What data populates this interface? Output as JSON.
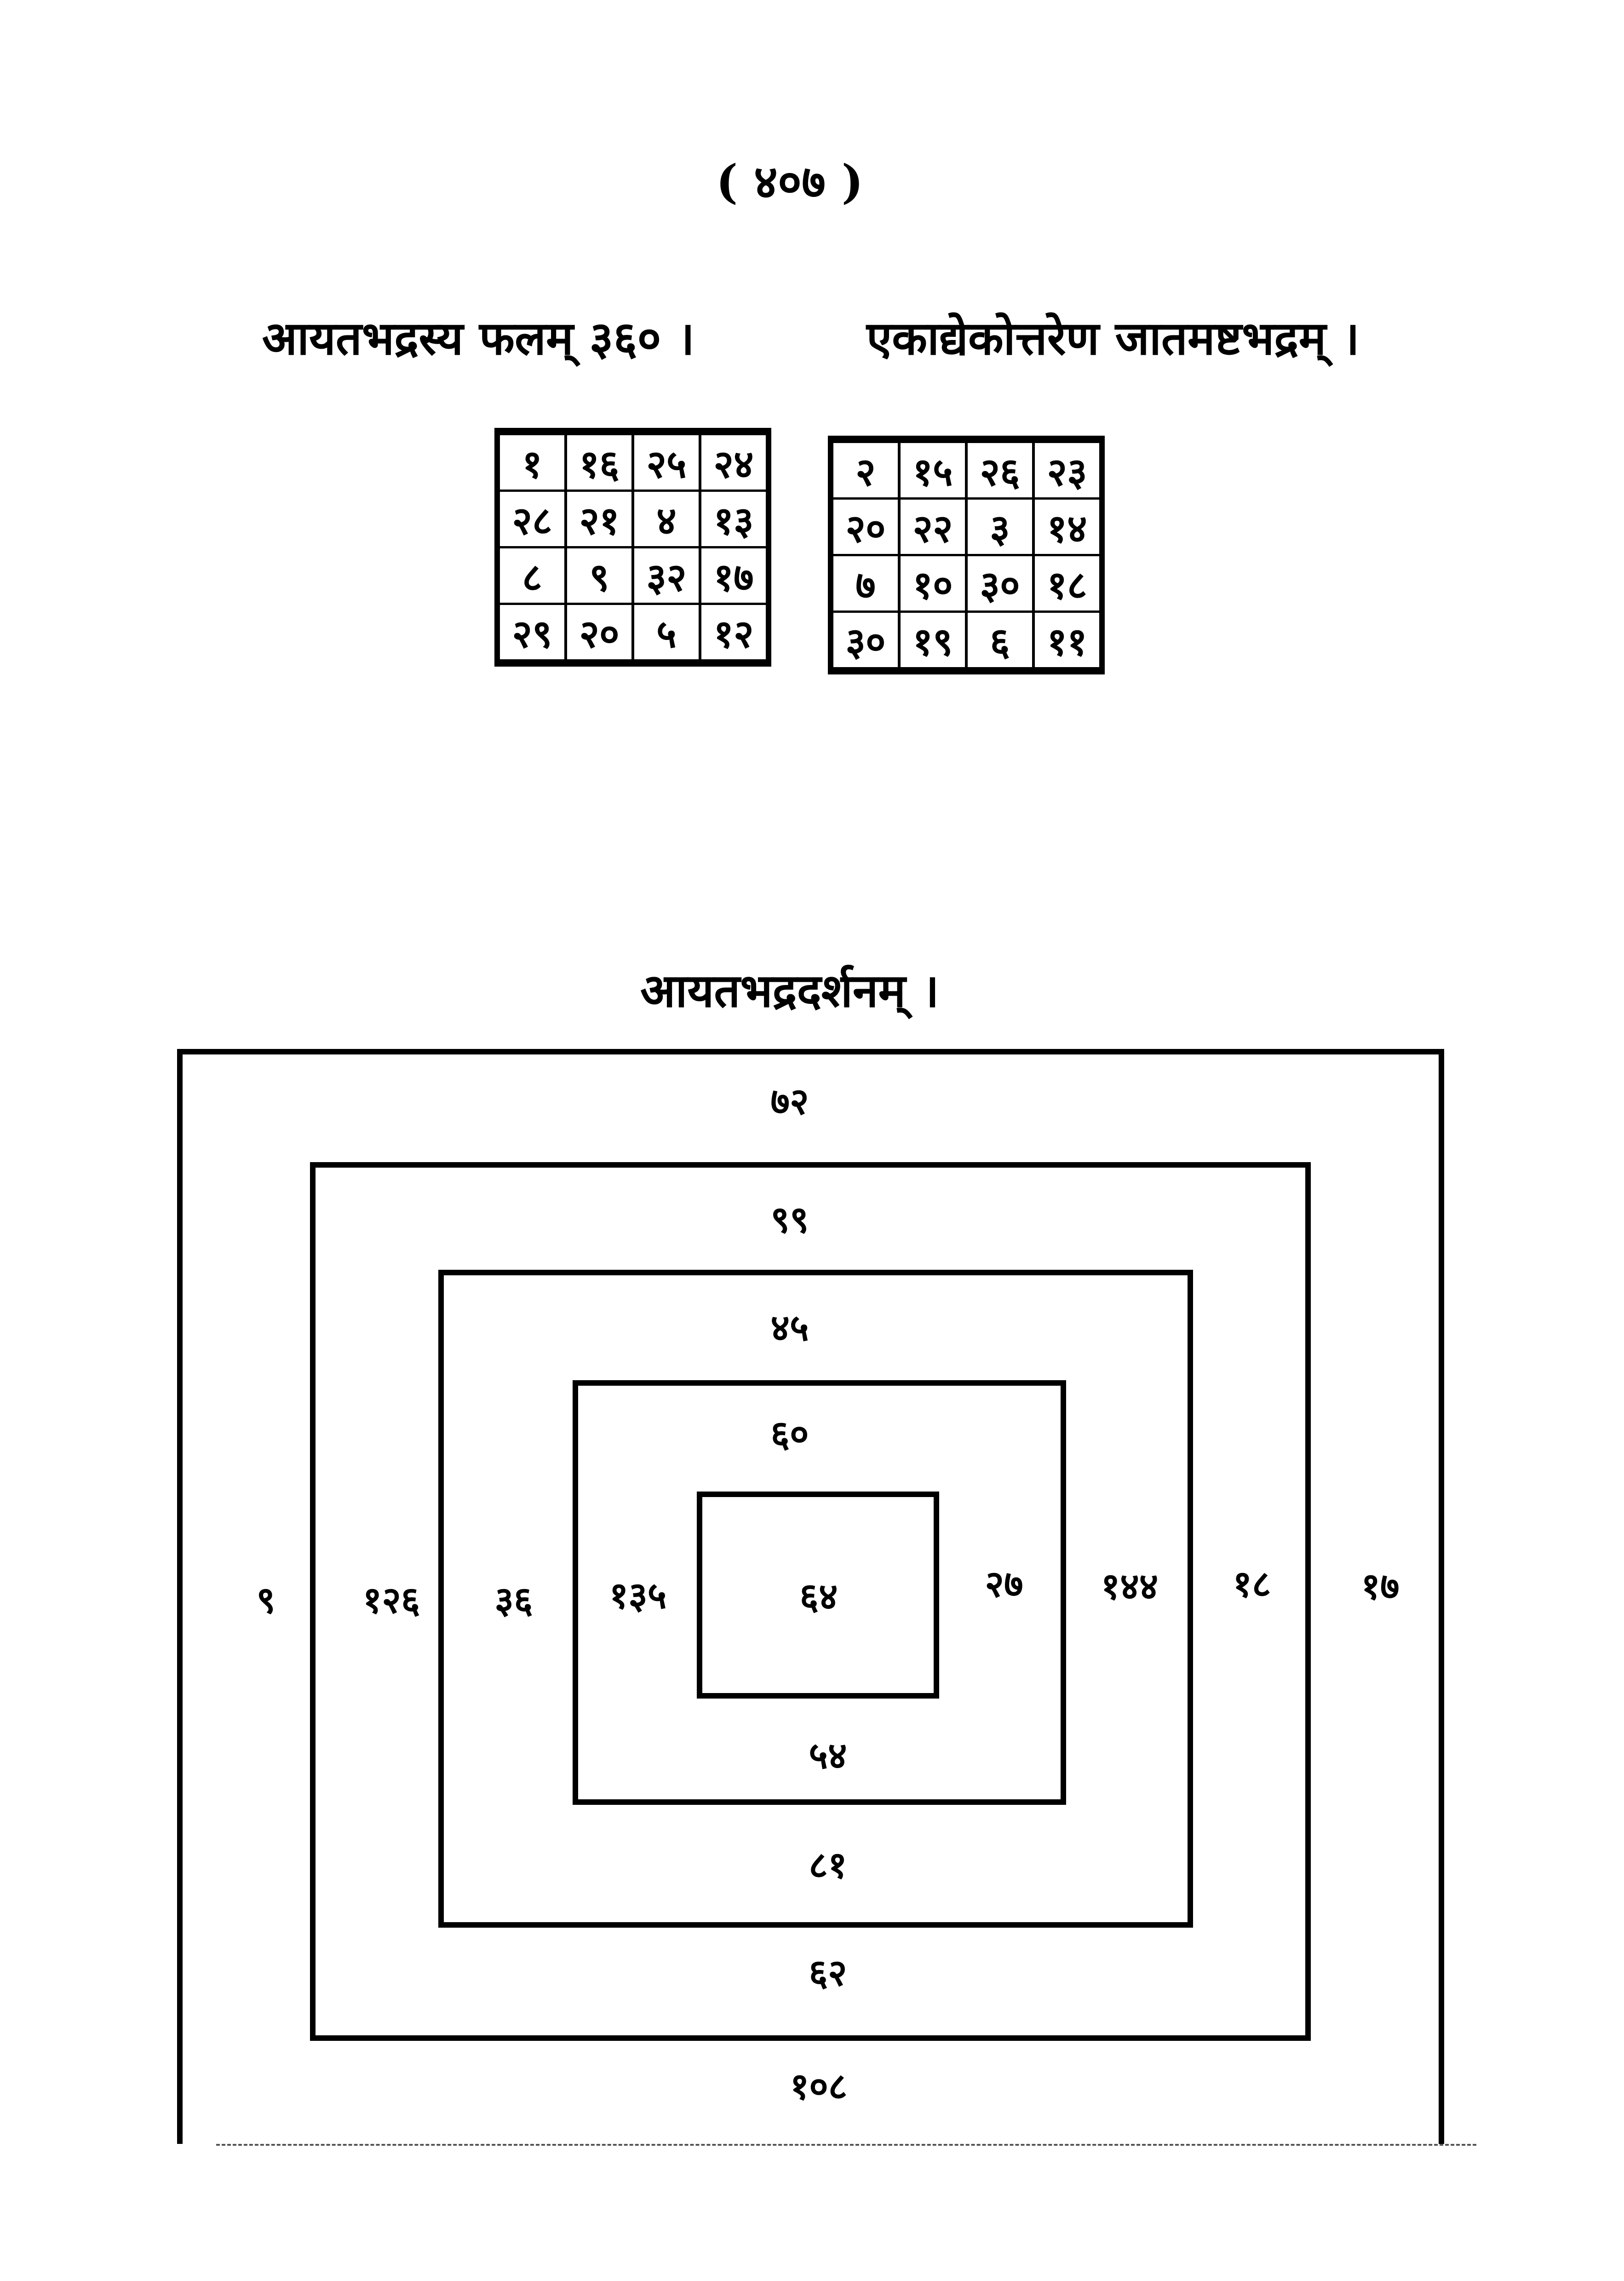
{
  "page_number": "( ४०७ )",
  "heading_left": "आयतभद्रस्य फलम् ३६० ।",
  "heading_right": "एकाद्येकोत्तरेण जातमष्टभद्रम् ।",
  "table_left": [
    [
      "१",
      "१६",
      "२५",
      "२४"
    ],
    [
      "२८",
      "२१",
      "४",
      "१३"
    ],
    [
      "८",
      "९",
      "३२",
      "१७"
    ],
    [
      "२९",
      "२०",
      "५",
      "१२"
    ]
  ],
  "table_right": [
    [
      "२",
      "१५",
      "२६",
      "२३"
    ],
    [
      "२०",
      "२२",
      "३",
      "१४"
    ],
    [
      "७",
      "१०",
      "३०",
      "१८"
    ],
    [
      "३०",
      "१९",
      "६",
      "११"
    ]
  ],
  "diagram_title": "आयतभद्रदर्शनम् ।",
  "diagram": {
    "top": [
      "७२",
      "९९",
      "४५",
      "६०"
    ],
    "center": "६४",
    "bottom": [
      "५४",
      "८१",
      "६२",
      "१०८"
    ],
    "left": [
      "९",
      "१२६",
      "३६",
      "१३५"
    ],
    "right": [
      "२७",
      "१४४",
      "१८",
      "१७"
    ]
  }
}
